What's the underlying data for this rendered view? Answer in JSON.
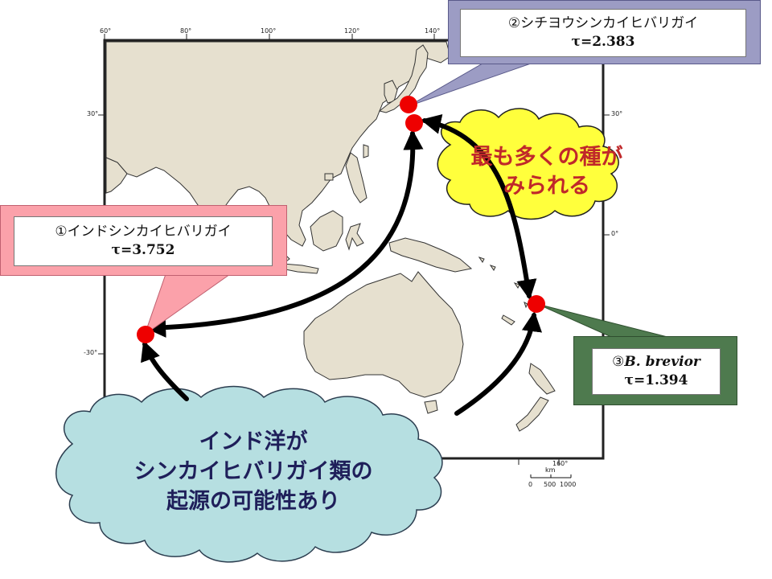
{
  "species": [
    {
      "id": 1,
      "name": "①インドシンカイヒバリガイ",
      "tau": "τ=3.752"
    },
    {
      "id": 2,
      "name": "②シチヨウシンカイヒバリガイ",
      "tau": "τ=2.383"
    },
    {
      "id": 3,
      "name_prefix": "③",
      "name_italic": "B. brevior",
      "tau": "τ=1.394"
    }
  ],
  "clouds": {
    "yellow": {
      "lines": [
        "最も多くの種が",
        "みられる"
      ]
    },
    "blue": {
      "lines": [
        "インド洋が",
        "シンカイヒバリガイ類の",
        "起源の可能性あり"
      ]
    }
  },
  "map": {
    "lon_ticks": [
      "60°",
      "80°",
      "100°",
      "120°",
      "140°",
      "160°"
    ],
    "lat_ticks": [
      "30°",
      "0°",
      "-30°"
    ],
    "scale": {
      "unit": "km",
      "labels": [
        "0",
        "500",
        "1000"
      ]
    }
  },
  "colors": {
    "land": "#e6e0cf",
    "coast": "#333333",
    "marker": "#ee0000",
    "arrow": "#000000",
    "cloud_yellow": "#ffff3c",
    "cloud_blue": "#b6dfe1",
    "callout_1": "#fba1aa",
    "callout_2": "#9c9cc4",
    "callout_3": "#4e7a4e"
  }
}
